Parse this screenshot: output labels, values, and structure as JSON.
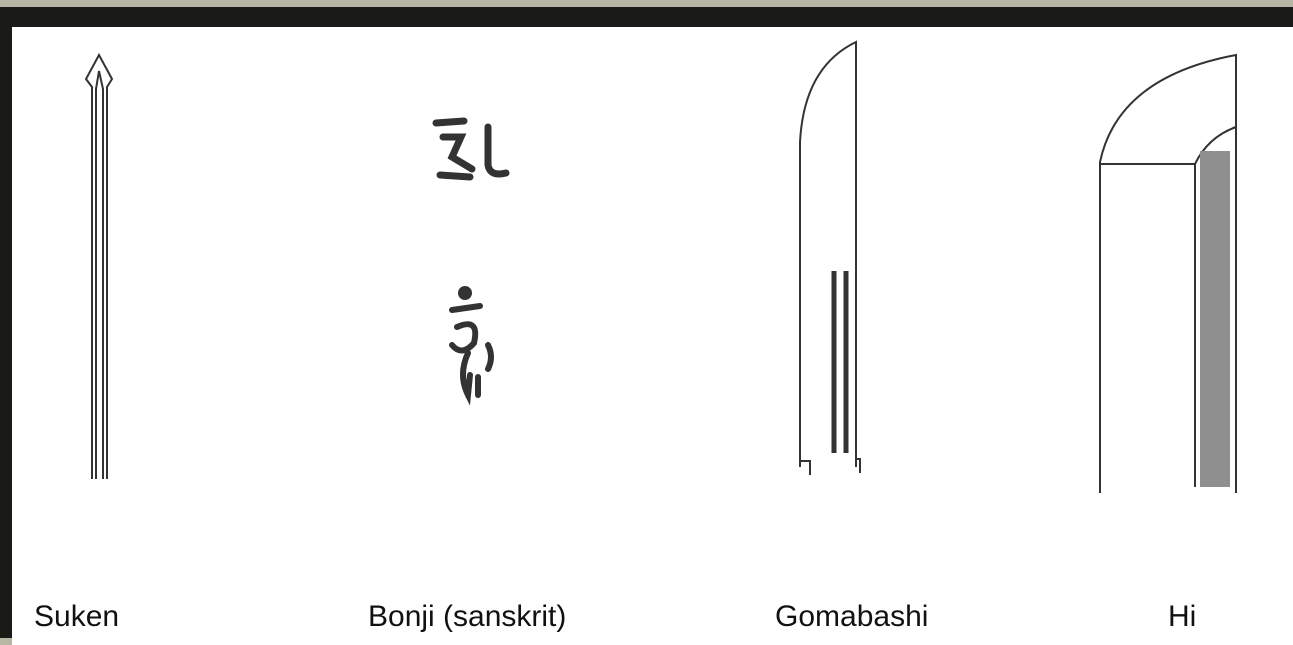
{
  "labels": {
    "suken": "Suken",
    "bonji": "Bonji (sanskrit)",
    "gomabashi": "Gomabashi",
    "hi": "Hi"
  },
  "colors": {
    "background": "#b8b6a4",
    "frame": "#1a1a18",
    "panel": "#ffffff",
    "ink": "#333333"
  }
}
